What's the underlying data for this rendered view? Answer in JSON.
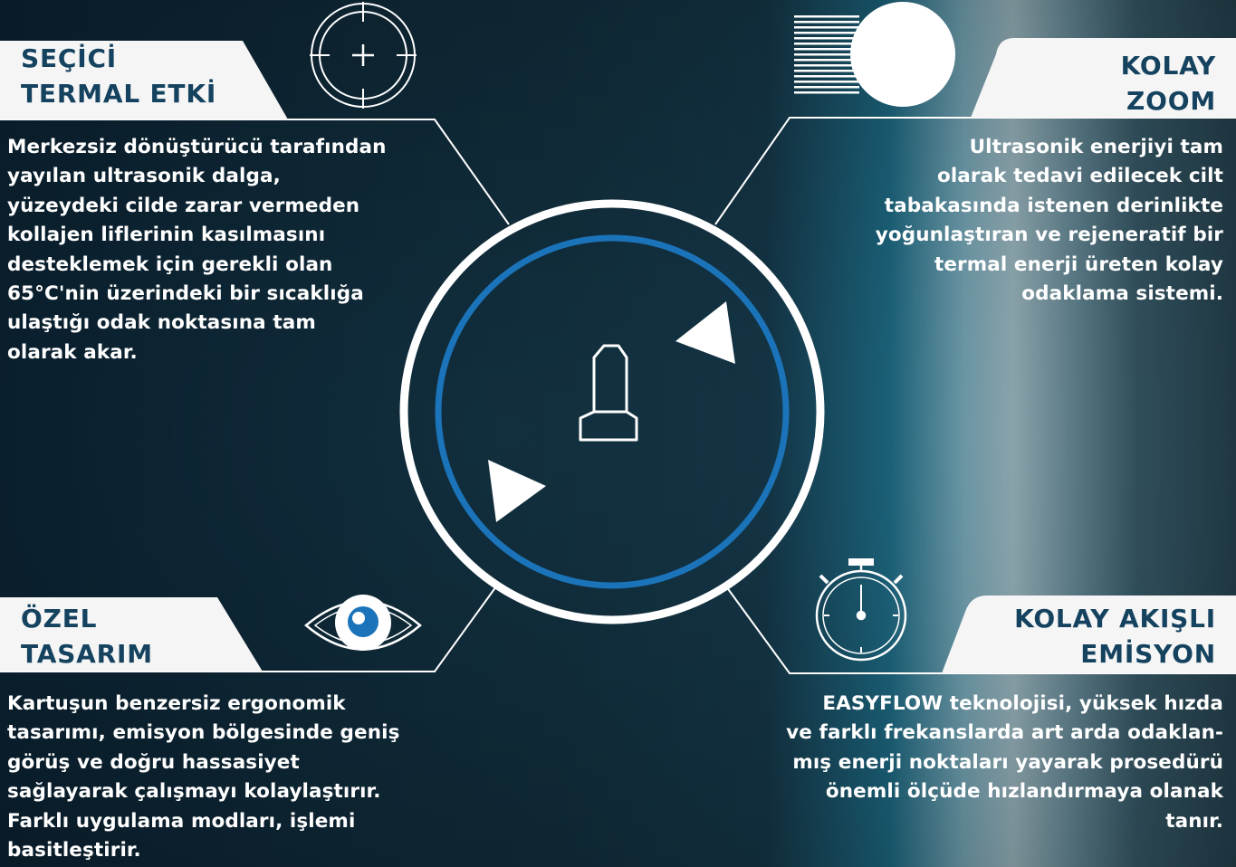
{
  "colors": {
    "background_dark": "#0f2a3b",
    "ring_blue": "#1b74b9",
    "title_navy": "#14425f",
    "tab_white": "#f5f5f5",
    "text_white": "#ffffff"
  },
  "features": [
    {
      "position": "top-left",
      "icon": "crosshair-icon",
      "title_lines": [
        "SEÇİCİ",
        "TERMAL ETKİ"
      ],
      "body_lines": [
        "Merkezsiz dönüştürücü tarafından",
        "yayılan ultrasonik dalga,",
        "yüzeydeki cilde zarar vermeden",
        "kollajen liflerinin kasılmasını",
        "desteklemek için gerekli olan",
        "65°C'nin üzerindeki bir sıcaklığa",
        "ulaştığı odak noktasına tam",
        "olarak akar."
      ]
    },
    {
      "position": "top-right",
      "icon": "zoom-lens-icon",
      "title_lines": [
        "KOLAY",
        "ZOOM"
      ],
      "body_lines": [
        "Ultrasonik enerjiyi tam",
        "olarak tedavi edilecek cilt",
        "tabakasında istenen derinlikte",
        "yoğunlaştıran ve rejeneratif bir",
        "termal enerji üreten kolay",
        "odaklama sistemi."
      ]
    },
    {
      "position": "bottom-left",
      "icon": "eye-icon",
      "title_lines": [
        "ÖZEL",
        "TASARIM"
      ],
      "body_lines": [
        "Kartuşun benzersiz ergonomik",
        "tasarımı, emisyon bölgesinde geniş",
        "görüş ve doğru hassasiyet",
        "sağlayarak çalışmayı kolaylaştırır.",
        "Farklı uygulama modları, işlemi",
        "basitleştirir."
      ]
    },
    {
      "position": "bottom-right",
      "icon": "stopwatch-icon",
      "title_lines": [
        "KOLAY AKIŞLI",
        "EMİSYON"
      ],
      "body_lines": [
        "EASYFLOW teknolojisi, yüksek hızda",
        "ve farklı frekanslarda art arda odaklan-",
        "mış enerji noktaları yayarak prosedürü",
        "önemli ölçüde hızlandırmaya olanak",
        "tanır."
      ]
    }
  ],
  "center": {
    "icon": "cartridge-icon",
    "arrow_icons": [
      "play-arrow-icon",
      "play-arrow-icon"
    ]
  }
}
